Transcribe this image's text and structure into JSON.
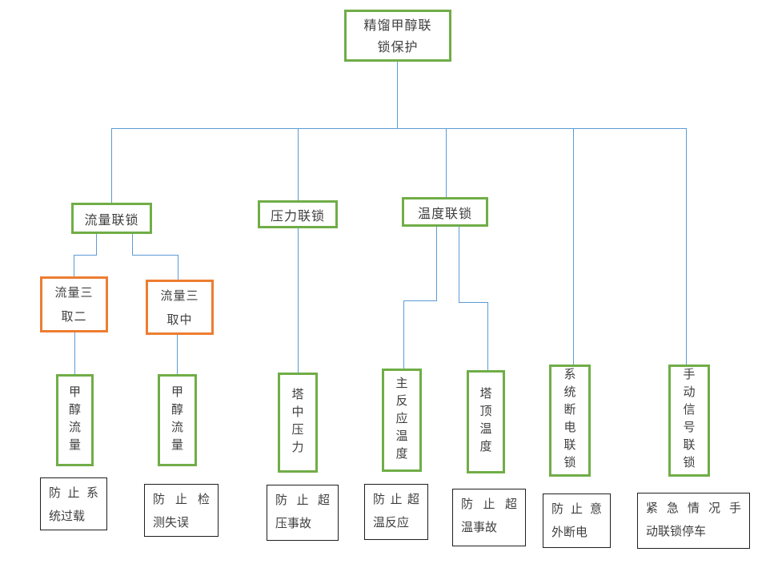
{
  "colors": {
    "node_green": "#70AD47",
    "node_orange": "#ED7D31",
    "connector_blue": "#5B9BD5",
    "purpose_border": "#1f1f1f",
    "text": "#3f3f3f"
  },
  "nodes": {
    "root": {
      "line1": "精馏甲醇联",
      "line2": "锁保护"
    },
    "branches": [
      {
        "label": "流量联锁"
      },
      {
        "label": "压力联锁"
      },
      {
        "label": "温度联锁"
      }
    ],
    "voting": [
      {
        "line1": "流量三",
        "line2": "取二"
      },
      {
        "line1": "流量三",
        "line2": "取中"
      }
    ],
    "sensors": [
      {
        "label": "甲醇流量"
      },
      {
        "label": "甲醇流量"
      },
      {
        "label": "塔中压力"
      },
      {
        "label": "主反应温度"
      },
      {
        "label": "塔顶温度"
      },
      {
        "label": "系统断电联锁"
      },
      {
        "label": "手动信号联锁"
      }
    ],
    "purposes": [
      {
        "line1": "防止系",
        "line2": "统过载"
      },
      {
        "line1": "防止检",
        "line2": "测失误"
      },
      {
        "line1": "防止超",
        "line2": "压事故"
      },
      {
        "line1": "防止超",
        "line2": "温反应"
      },
      {
        "line1": "防止超",
        "line2": "温事故"
      },
      {
        "line1": "防止意",
        "line2": "外断电"
      },
      {
        "line1": "紧急情况手",
        "line2": "动联锁停车"
      }
    ]
  }
}
